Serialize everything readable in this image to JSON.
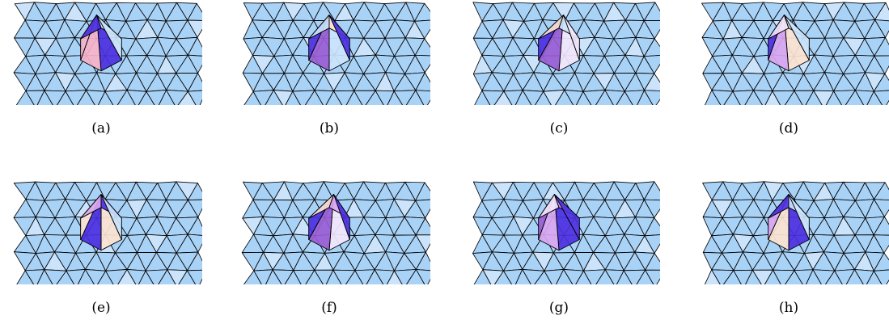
{
  "colors": {
    "mesh_fill": "#a9d2f7",
    "mesh_light": "#cbe4fb",
    "mesh_stroke": "#000000",
    "pink": "#f6b2c8",
    "blue_violet": "#4b2fe0",
    "violet": "#9a5cd2",
    "lilac": "#d9a6ef",
    "peach": "#fde3d0",
    "white_lilac": "#f3e6fb"
  },
  "panels": [
    {
      "caption": "(a)",
      "facets": [
        "blue_violet",
        "pink",
        "pink",
        "blue_violet",
        "mesh_light",
        "mesh_light"
      ]
    },
    {
      "caption": "(b)",
      "facets": [
        "mesh_light",
        "violet",
        "blue_violet",
        "mesh_light",
        "peach",
        "blue_violet"
      ]
    },
    {
      "caption": "(c)",
      "facets": [
        "white_lilac",
        "violet",
        "blue_violet",
        "peach",
        "mesh_light",
        "white_lilac"
      ]
    },
    {
      "caption": "(d)",
      "facets": [
        "peach",
        "lilac",
        "blue_violet",
        "white_lilac",
        "mesh_light",
        "mesh_light"
      ]
    },
    {
      "caption": "(e)",
      "facets": [
        "peach",
        "blue_violet",
        "peach",
        "lilac",
        "blue_violet",
        "mesh_light"
      ]
    },
    {
      "caption": "(f)",
      "facets": [
        "white_lilac",
        "violet",
        "blue_violet",
        "peach",
        "lilac",
        "blue_violet"
      ]
    },
    {
      "caption": "(g)",
      "facets": [
        "blue_violet",
        "lilac",
        "violet",
        "white_lilac",
        "lilac",
        "blue_violet"
      ]
    },
    {
      "caption": "(h)",
      "facets": [
        "blue_violet",
        "peach",
        "lilac",
        "blue_violet",
        "mesh_light",
        "mesh_light"
      ]
    }
  ]
}
